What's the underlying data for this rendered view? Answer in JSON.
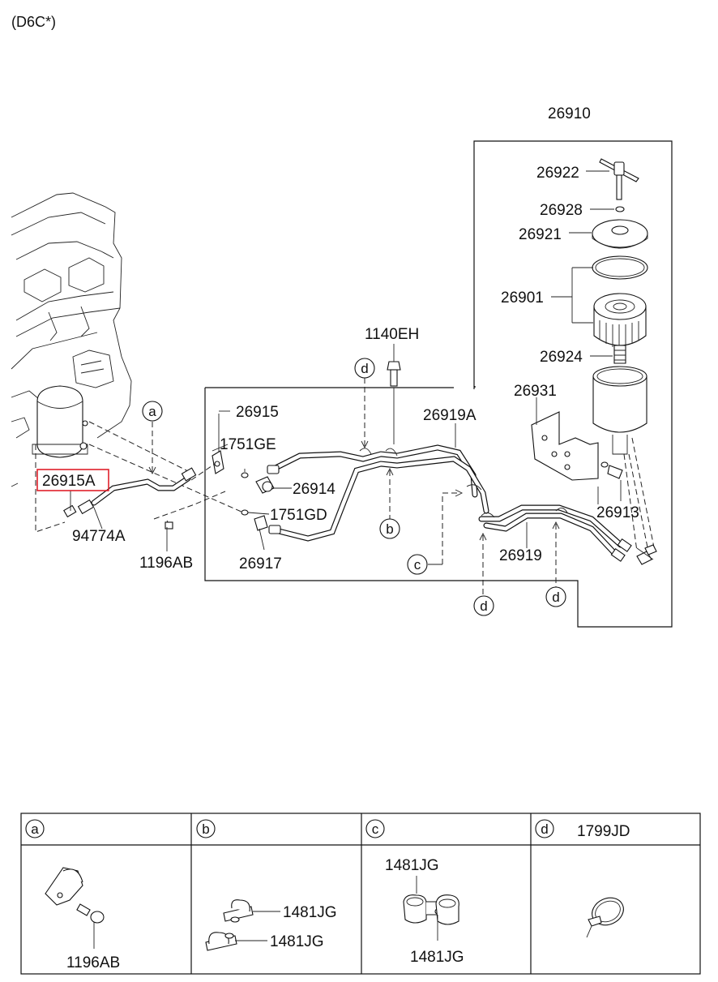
{
  "header": {
    "engine_code": "(D6C*)"
  },
  "parts": {
    "p26910": "26910",
    "p26922": "26922",
    "p26928": "26928",
    "p26921": "26921",
    "p26901": "26901",
    "p26924": "26924",
    "p26931": "26931",
    "p26913": "26913",
    "p26919": "26919",
    "p26919A": "26919A",
    "p1140EH": "1140EH",
    "p26915": "26915",
    "p1751GE": "1751GE",
    "p26914": "26914",
    "p1751GD": "1751GD",
    "p26917": "26917",
    "p26915A": "26915A",
    "p94774A": "94774A",
    "p1196AB": "1196AB"
  },
  "callouts": {
    "a": "a",
    "b": "b",
    "c": "c",
    "d": "d"
  },
  "highlight": {
    "part": "26915A",
    "color": "#e0212b"
  },
  "legend": {
    "cells": [
      {
        "key": "a",
        "title": "",
        "labels": [
          "1196AB"
        ]
      },
      {
        "key": "b",
        "title": "",
        "labels": [
          "1481JG",
          "1481JG"
        ]
      },
      {
        "key": "c",
        "title": "",
        "labels": [
          "1481JG",
          "1481JG"
        ]
      },
      {
        "key": "d",
        "title": "1799JD",
        "labels": []
      }
    ]
  }
}
